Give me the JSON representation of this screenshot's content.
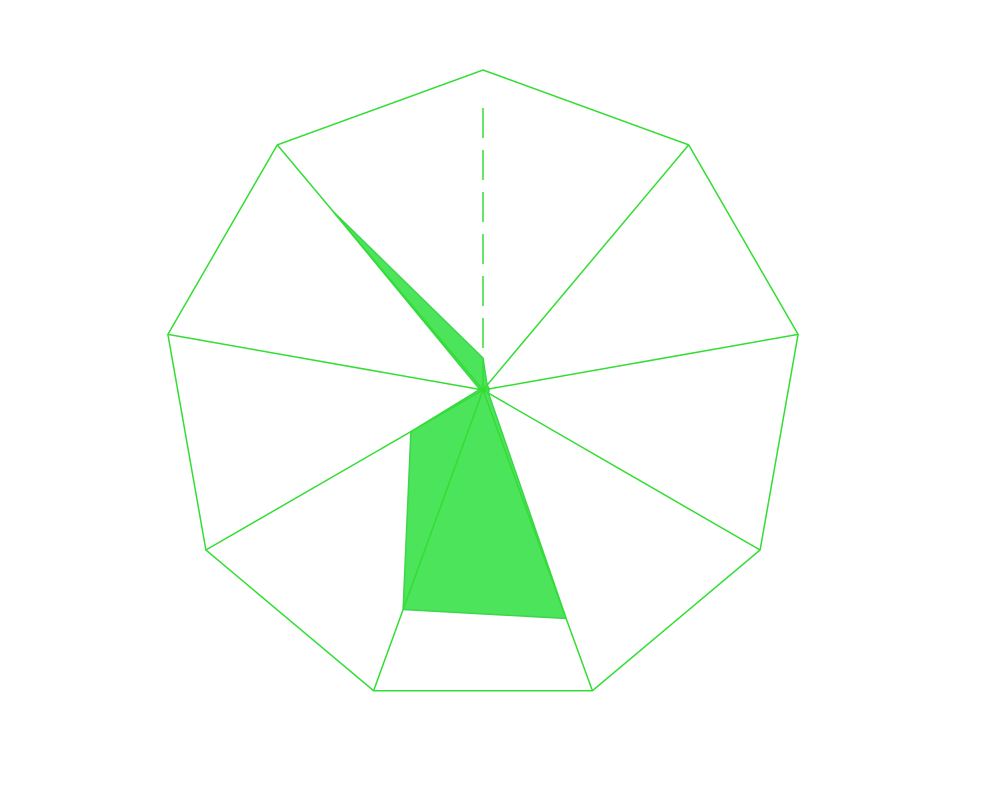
{
  "chart_data": {
    "type": "radar",
    "axis_count": 9,
    "range": [
      0,
      1
    ],
    "series": [
      {
        "values": [
          0.1,
          0.02,
          0.02,
          0.02,
          0.76,
          0.73,
          0.26,
          0.01,
          0.73
        ]
      }
    ],
    "colors": {
      "grid": "#33dd33",
      "fill": "#4ce45a",
      "series_edge": "#3cd64c"
    },
    "first_axis_style": "dashed"
  }
}
